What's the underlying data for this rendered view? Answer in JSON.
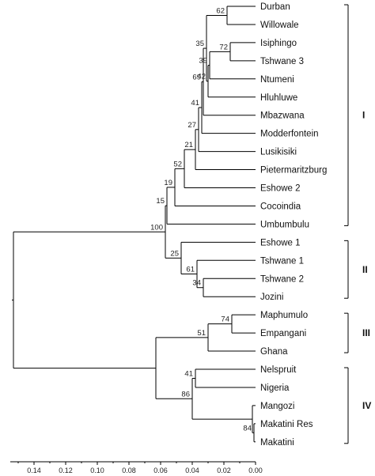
{
  "chart_data": {
    "type": "dendrogram",
    "x_axis": {
      "lim": [
        0.155,
        0.0
      ],
      "ticks": [
        0.14,
        0.12,
        0.1,
        0.08,
        0.06,
        0.04,
        0.02,
        0.0
      ],
      "tick_labels": [
        "0.14",
        "0.12",
        "0.10",
        "0.08",
        "0.06",
        "0.04",
        "0.02",
        "0.00"
      ]
    },
    "leaves": [
      "Durban",
      "Willowale",
      "Isiphingo",
      "Tshwane 3",
      "Ntumeni",
      "Hluhluwe",
      "Mbazwana",
      "Modderfontein",
      "Lusikisiki",
      "Pietermaritzburg",
      "Eshowe 2",
      "Cocoindia",
      "Umbumbulu",
      "Eshowe 1",
      "Tshwane 1",
      "Tshwane 2",
      "Jozini",
      "Maphumulo",
      "Empangani",
      "Ghana",
      "Nelspruit",
      "Nigeria",
      "Mangozi",
      "Makatini Res",
      "Makatini"
    ],
    "nodes": [
      {
        "id": "n1",
        "children": [
          "L0",
          "L1"
        ],
        "height": 0.018,
        "support": "62"
      },
      {
        "id": "n2",
        "children": [
          "L2",
          "L3"
        ],
        "height": 0.016,
        "support": "72"
      },
      {
        "id": "n3",
        "children": [
          "n2",
          "L4"
        ],
        "height": 0.029,
        "support": "39"
      },
      {
        "id": "n4",
        "children": [
          "n3",
          "L5"
        ],
        "height": 0.03,
        "support": "42"
      },
      {
        "id": "n5",
        "children": [
          "n1",
          "n4"
        ],
        "height": 0.031,
        "support": "35"
      },
      {
        "id": "n6",
        "children": [
          "n5",
          "L6"
        ],
        "height": 0.033,
        "support": "69"
      },
      {
        "id": "n7",
        "children": [
          "n6",
          "L7"
        ],
        "height": 0.034,
        "support": "41"
      },
      {
        "id": "n8",
        "children": [
          "n7",
          "L8"
        ],
        "height": 0.036,
        "support": "27"
      },
      {
        "id": "n9",
        "children": [
          "n8",
          "L9"
        ],
        "height": 0.038,
        "support": "21"
      },
      {
        "id": "n10",
        "children": [
          "n9",
          "L10"
        ],
        "height": 0.045,
        "support": "52"
      },
      {
        "id": "n11",
        "children": [
          "n10",
          "L11"
        ],
        "height": 0.051,
        "support": "19"
      },
      {
        "id": "n12",
        "children": [
          "n11",
          "L12"
        ],
        "height": 0.056,
        "support": "15"
      },
      {
        "id": "n13",
        "children": [
          "L15",
          "L16"
        ],
        "height": 0.033,
        "support": "34"
      },
      {
        "id": "n14",
        "children": [
          "L14",
          "n13"
        ],
        "height": 0.037,
        "support": "61"
      },
      {
        "id": "n15",
        "children": [
          "L13",
          "n14"
        ],
        "height": 0.047,
        "support": "25"
      },
      {
        "id": "n16",
        "children": [
          "n12",
          "n15"
        ],
        "height": 0.057,
        "support": "100"
      },
      {
        "id": "n17",
        "children": [
          "L17",
          "L18"
        ],
        "height": 0.015,
        "support": "74"
      },
      {
        "id": "n18",
        "children": [
          "n17",
          "L19"
        ],
        "height": 0.03,
        "support": "51"
      },
      {
        "id": "n19",
        "children": [
          "L23",
          "L24"
        ],
        "height": 0.001,
        "support": "84"
      },
      {
        "id": "n20",
        "children": [
          "L22",
          "n19"
        ],
        "height": 0.002,
        "support": ""
      },
      {
        "id": "n21",
        "children": [
          "L20",
          "L21"
        ],
        "height": 0.038,
        "support": "41"
      },
      {
        "id": "n22",
        "children": [
          "n21",
          "n20"
        ],
        "height": 0.04,
        "support": "86"
      },
      {
        "id": "n23",
        "children": [
          "n18",
          "n22"
        ],
        "height": 0.063,
        "support": ""
      },
      {
        "id": "root",
        "children": [
          "n16",
          "n23"
        ],
        "height": 0.153,
        "support": ""
      }
    ],
    "groups": [
      {
        "label": "I",
        "first_leaf": 0,
        "last_leaf": 12
      },
      {
        "label": "II",
        "first_leaf": 13,
        "last_leaf": 16
      },
      {
        "label": "III",
        "first_leaf": 17,
        "last_leaf": 19
      },
      {
        "label": "IV",
        "first_leaf": 20,
        "last_leaf": 24
      }
    ]
  }
}
